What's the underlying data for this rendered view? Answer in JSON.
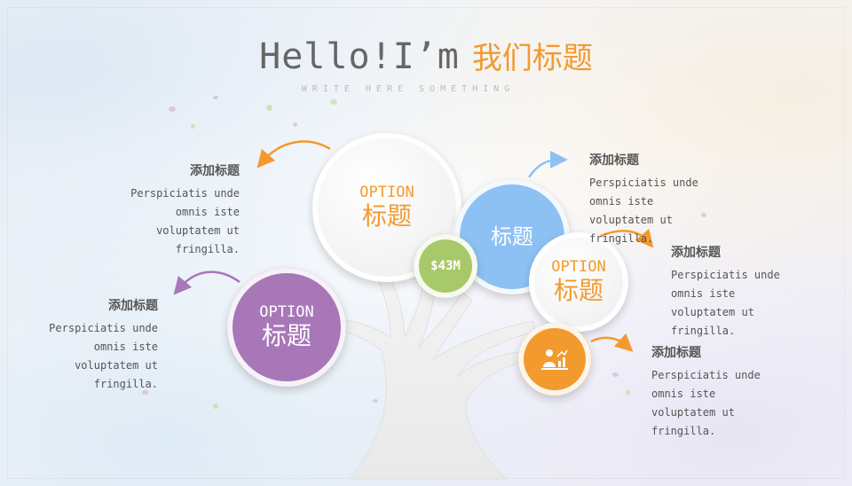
{
  "title": {
    "en": "Hello!I’m",
    "cn": "我们标题"
  },
  "subtitle": "WRITE HERE SOMETHING",
  "colors": {
    "orange": "#f39a2e",
    "purple": "#a877b8",
    "blue": "#8ec1f3",
    "green": "#a8c96a",
    "gray": "#666666"
  },
  "circles": {
    "top_big": {
      "option": "OPTION",
      "tag": "标题"
    },
    "left_purple": {
      "option": "OPTION",
      "tag": "标题"
    },
    "blue": {
      "tag": "标题"
    },
    "green": {
      "value": "$43M"
    },
    "right_white": {
      "option": "OPTION",
      "tag": "标题"
    },
    "orange_icon": {
      "icon": "chart-person-icon"
    }
  },
  "blocks": {
    "top_left": {
      "heading": "添加标题",
      "lines": [
        "Perspiciatis unde",
        "omnis iste",
        "voluptatem ut",
        "fringilla."
      ]
    },
    "mid_left": {
      "heading": "添加标题",
      "lines": [
        "Perspiciatis unde",
        "omnis iste",
        "voluptatem ut",
        "fringilla."
      ]
    },
    "top_right": {
      "heading": "添加标题",
      "lines": [
        "Perspiciatis unde",
        "omnis iste",
        "voluptatem ut",
        "fringilla."
      ]
    },
    "mid_right": {
      "heading": "添加标题",
      "lines": [
        "Perspiciatis unde",
        "omnis iste",
        "voluptatem ut",
        "fringilla."
      ]
    },
    "bottom_right": {
      "heading": "添加标题",
      "lines": [
        "Perspiciatis unde",
        "omnis iste",
        "voluptatem ut",
        "fringilla."
      ]
    }
  }
}
